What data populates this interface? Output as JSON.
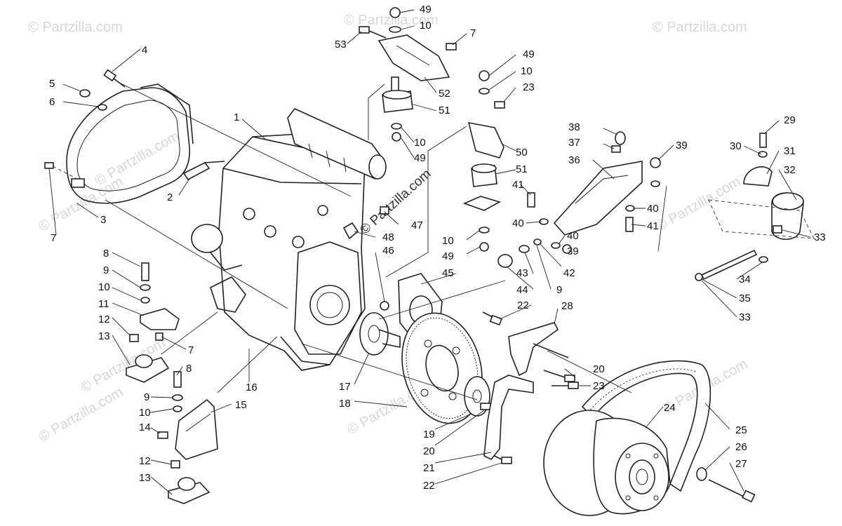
{
  "watermarks": {
    "corner": "© Partzilla.com",
    "center": "© Partzilla.com"
  },
  "callouts": [
    {
      "id": "c1",
      "label": "1"
    },
    {
      "id": "c2",
      "label": "2"
    },
    {
      "id": "c3",
      "label": "3"
    },
    {
      "id": "c4",
      "label": "4"
    },
    {
      "id": "c5",
      "label": "5"
    },
    {
      "id": "c6",
      "label": "6"
    },
    {
      "id": "c7a",
      "label": "7"
    },
    {
      "id": "c7b",
      "label": "7"
    },
    {
      "id": "c7c",
      "label": "7"
    },
    {
      "id": "c8a",
      "label": "8"
    },
    {
      "id": "c8b",
      "label": "8"
    },
    {
      "id": "c9a",
      "label": "9"
    },
    {
      "id": "c9b",
      "label": "9"
    },
    {
      "id": "c9c",
      "label": "9"
    },
    {
      "id": "c10a",
      "label": "10"
    },
    {
      "id": "c10b",
      "label": "10"
    },
    {
      "id": "c10c",
      "label": "10"
    },
    {
      "id": "c10d",
      "label": "10"
    },
    {
      "id": "c10e",
      "label": "10"
    },
    {
      "id": "c10f",
      "label": "10"
    },
    {
      "id": "c11",
      "label": "11"
    },
    {
      "id": "c12a",
      "label": "12"
    },
    {
      "id": "c12b",
      "label": "12"
    },
    {
      "id": "c13a",
      "label": "13"
    },
    {
      "id": "c13b",
      "label": "13"
    },
    {
      "id": "c14",
      "label": "14"
    },
    {
      "id": "c15",
      "label": "15"
    },
    {
      "id": "c16",
      "label": "16"
    },
    {
      "id": "c17",
      "label": "17"
    },
    {
      "id": "c18",
      "label": "18"
    },
    {
      "id": "c19",
      "label": "19"
    },
    {
      "id": "c20a",
      "label": "20"
    },
    {
      "id": "c20b",
      "label": "20"
    },
    {
      "id": "c21",
      "label": "21"
    },
    {
      "id": "c22a",
      "label": "22"
    },
    {
      "id": "c22b",
      "label": "22"
    },
    {
      "id": "c23a",
      "label": "23"
    },
    {
      "id": "c23b",
      "label": "23"
    },
    {
      "id": "c24",
      "label": "24"
    },
    {
      "id": "c25",
      "label": "25"
    },
    {
      "id": "c26",
      "label": "26"
    },
    {
      "id": "c27",
      "label": "27"
    },
    {
      "id": "c28",
      "label": "28"
    },
    {
      "id": "c29",
      "label": "29"
    },
    {
      "id": "c30",
      "label": "30"
    },
    {
      "id": "c31",
      "label": "31"
    },
    {
      "id": "c32",
      "label": "32"
    },
    {
      "id": "c33a",
      "label": "33"
    },
    {
      "id": "c33b",
      "label": "33"
    },
    {
      "id": "c34",
      "label": "34"
    },
    {
      "id": "c35",
      "label": "35"
    },
    {
      "id": "c36",
      "label": "36"
    },
    {
      "id": "c37",
      "label": "37"
    },
    {
      "id": "c38",
      "label": "38"
    },
    {
      "id": "c39a",
      "label": "39"
    },
    {
      "id": "c39b",
      "label": "39"
    },
    {
      "id": "c40a",
      "label": "40"
    },
    {
      "id": "c40b",
      "label": "40"
    },
    {
      "id": "c40c",
      "label": "40"
    },
    {
      "id": "c41a",
      "label": "41"
    },
    {
      "id": "c41b",
      "label": "41"
    },
    {
      "id": "c42",
      "label": "42"
    },
    {
      "id": "c43",
      "label": "43"
    },
    {
      "id": "c44",
      "label": "44"
    },
    {
      "id": "c45",
      "label": "45"
    },
    {
      "id": "c46",
      "label": "46"
    },
    {
      "id": "c47",
      "label": "47"
    },
    {
      "id": "c48",
      "label": "48"
    },
    {
      "id": "c49a",
      "label": "49"
    },
    {
      "id": "c49b",
      "label": "49"
    },
    {
      "id": "c49c",
      "label": "49"
    },
    {
      "id": "c49d",
      "label": "49"
    },
    {
      "id": "c50",
      "label": "50"
    },
    {
      "id": "c51a",
      "label": "51"
    },
    {
      "id": "c51b",
      "label": "51"
    },
    {
      "id": "c52",
      "label": "52"
    },
    {
      "id": "c53",
      "label": "53"
    }
  ]
}
